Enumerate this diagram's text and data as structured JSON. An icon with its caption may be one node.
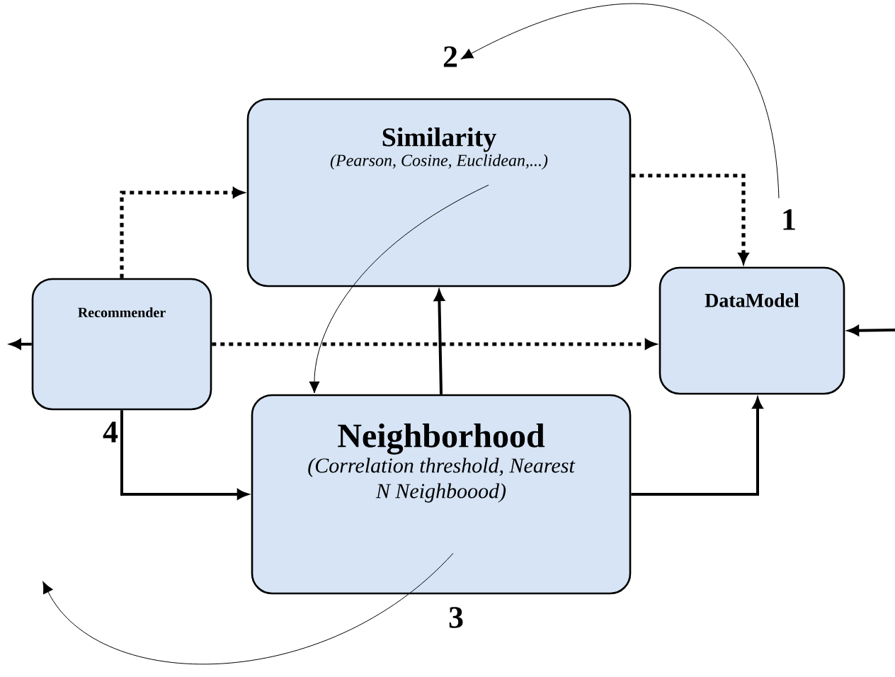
{
  "diagram": {
    "nodes": [
      {
        "text": [
          "Similarity",
          "(Pearson, Cosine, Euclidean,...)"
        ]
      },
      {
        "text": [
          "Recommender"
        ]
      },
      {
        "text": [
          "DataModel"
        ]
      },
      {
        "text": [
          "Neighborhood",
          "(Correlation threshold, Nearest N Neighboood)"
        ]
      }
    ],
    "edges": [
      {
        "from": 1,
        "to": 0,
        "arrow": "to",
        "style": "dashed"
      },
      {
        "from": 0,
        "to": 2,
        "arrow": "to",
        "style": "dashed"
      },
      {
        "from": 1,
        "to": 2,
        "arrow": "to",
        "style": "dashed"
      },
      {
        "from": 1,
        "to": null,
        "arrow": "to"
      },
      {
        "from": null,
        "to": 2,
        "arrow": "to"
      },
      {
        "from": 1,
        "to": 3,
        "arrow": "to"
      },
      {
        "from": 3,
        "to": 0,
        "arrow": "to"
      },
      {
        "from": 3,
        "to": 2,
        "arrow": "to"
      },
      {
        "from": 0,
        "to": 3,
        "arrow": "to"
      },
      {
        "from": 3,
        "to": null,
        "arrow": "to"
      }
    ],
    "labels": [
      "2",
      "1",
      "4",
      "3"
    ]
  }
}
